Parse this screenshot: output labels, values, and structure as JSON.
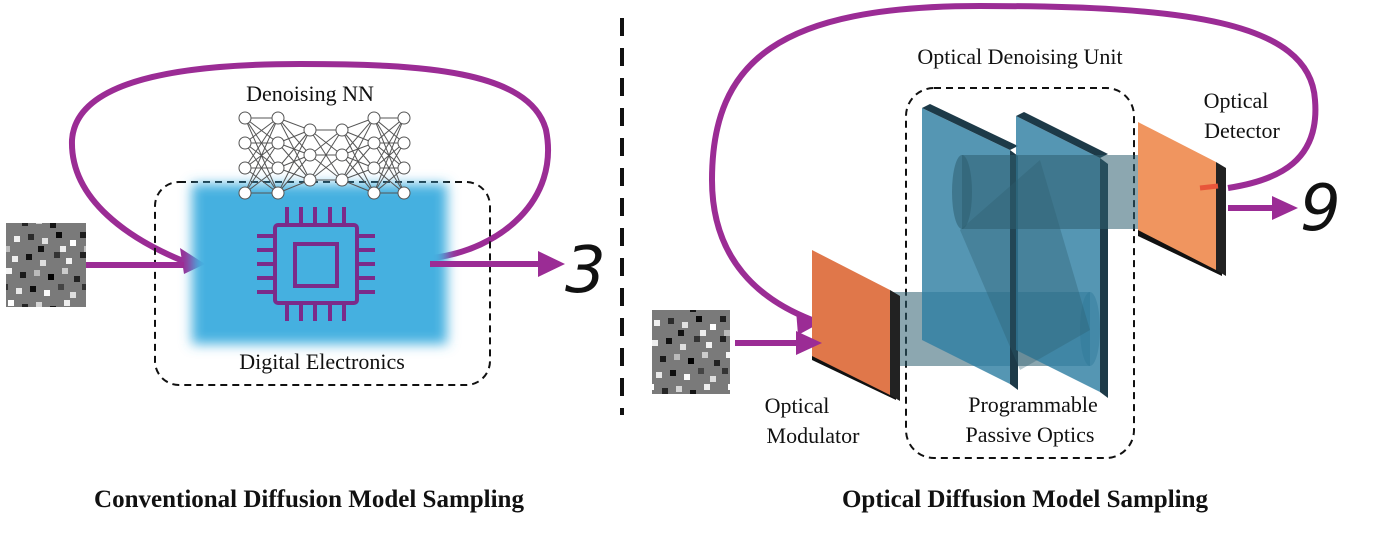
{
  "left": {
    "nn_label": "Denoising NN",
    "box_label": "Digital Electronics",
    "output_digit": "3",
    "caption": "Conventional Diffusion Model Sampling"
  },
  "right": {
    "unit_label": "Optical Denoising Unit",
    "detector_label_1": "Optical",
    "detector_label_2": "Detector",
    "modulator_label_1": "Optical",
    "modulator_label_2": "Modulator",
    "optics_label_1": "Programmable",
    "optics_label_2": "Passive Optics",
    "output_digit": "9",
    "caption": "Optical Diffusion Model Sampling"
  },
  "colors": {
    "loop": "#9b2c95",
    "chip_bg": "#45b0e0",
    "chip_icon": "#7b2a8a",
    "modulator": "#e0774a",
    "detector": "#f0955f",
    "passive_optics": "#2f7fa2",
    "beam": "#2e5f70"
  },
  "icons": [
    "noise-image",
    "chip-icon",
    "neural-network-icon",
    "arrow-icon"
  ]
}
